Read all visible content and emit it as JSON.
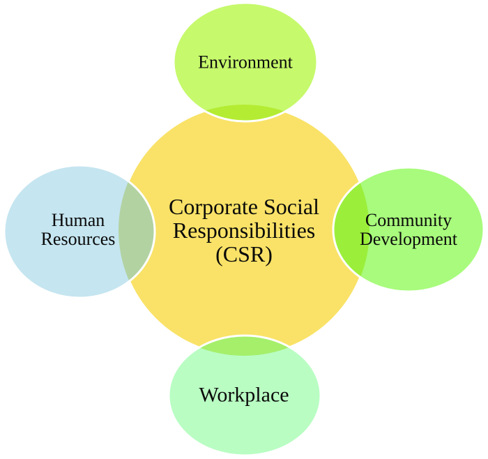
{
  "diagram": {
    "name": "Corporate Social Responsibilities (CSR) diagram",
    "type": "venn-hub-and-spokes"
  },
  "colors": {
    "background": "#FFFFFF",
    "shape_stroke": "#FFFFFF",
    "text": "#0A0A0A"
  },
  "nodes": {
    "center": {
      "label": "Corporate Social\nResponsibilities\n(CSR)",
      "fill": "#F9E267"
    },
    "environment": {
      "label": "Environment",
      "fill": "#C6F96C",
      "overlap_fill": "#B4EC33"
    },
    "human_resources": {
      "label": "Human\nResources",
      "fill": "#C5E5F0",
      "overlap_fill": "#B2D2A2"
    },
    "community_development": {
      "label": "Community\nDevelopment",
      "fill": "#A8FB7C",
      "overlap_fill": "#9BEF3B"
    },
    "workplace": {
      "label": "Workplace",
      "fill": "#B9FDC3",
      "overlap_fill": "#A5EF6B"
    }
  }
}
